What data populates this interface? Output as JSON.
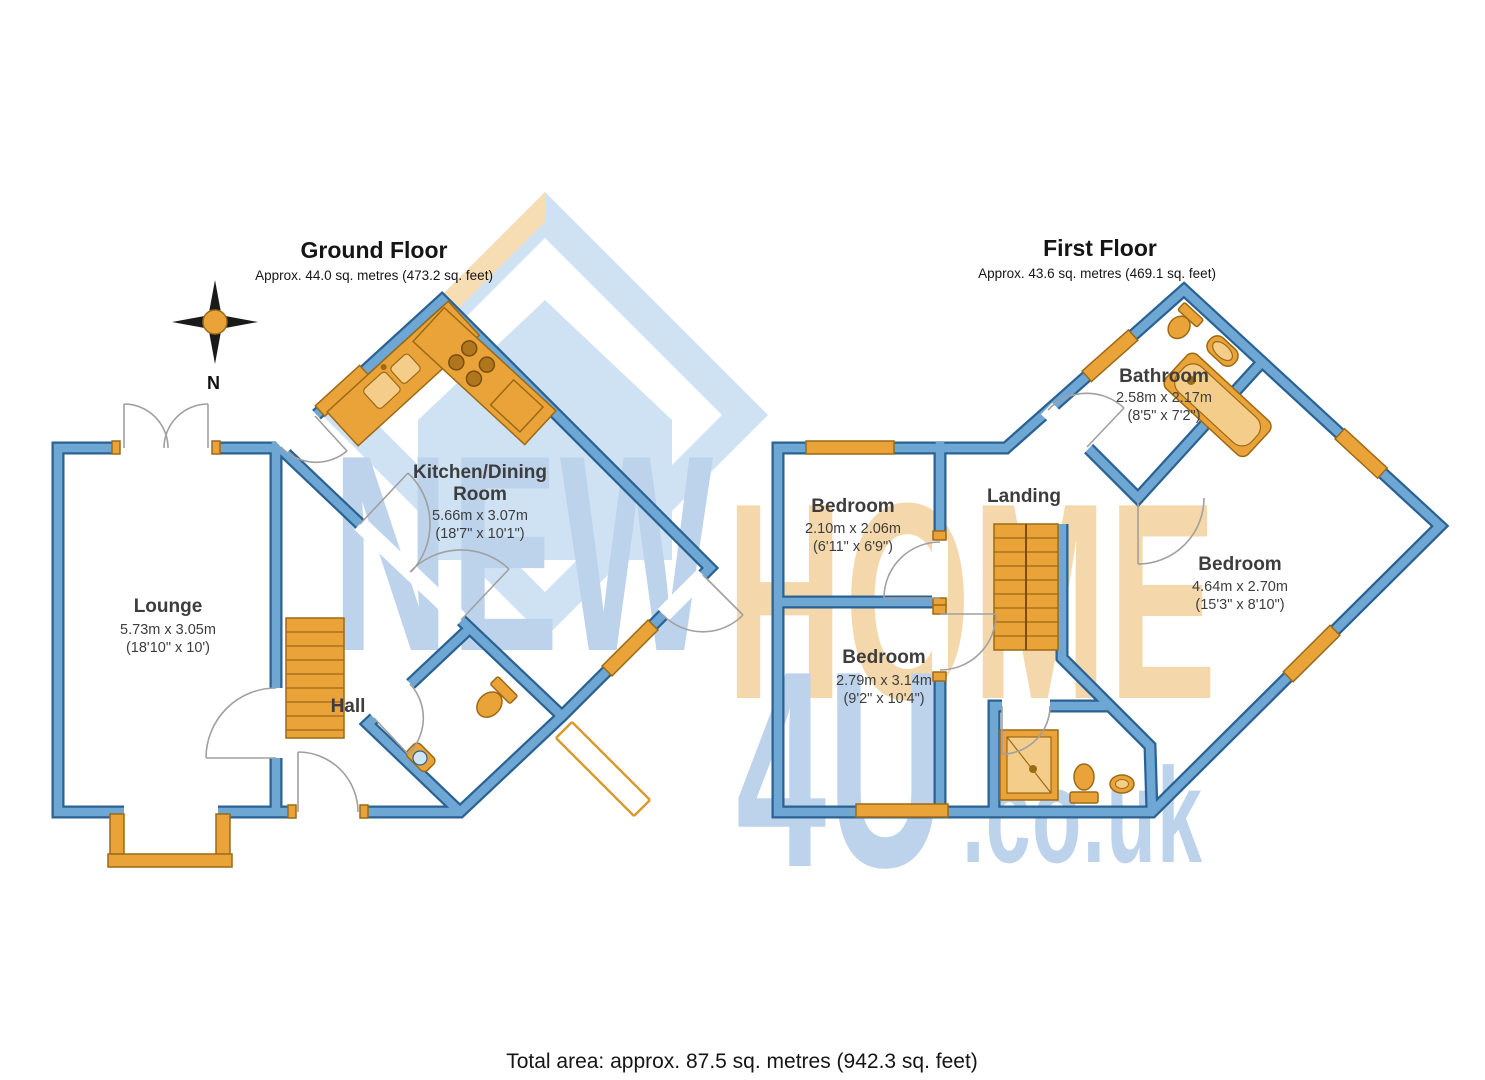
{
  "ground_floor": {
    "title": "Ground Floor",
    "subtitle": "Approx. 44.0 sq. metres (473.2 sq. feet)",
    "compass": "N",
    "kitchen": {
      "name1": "Kitchen/Dining",
      "name2": "Room",
      "metric": "5.66m x 3.07m",
      "imperial": "(18'7\" x 10'1\")"
    },
    "lounge": {
      "name": "Lounge",
      "metric": "5.73m x 3.05m",
      "imperial": "(18'10\" x 10')"
    },
    "hall": {
      "name": "Hall"
    }
  },
  "first_floor": {
    "title": "First Floor",
    "subtitle": "Approx. 43.6 sq. metres (469.1 sq. feet)",
    "bathroom": {
      "name": "Bathroom",
      "metric": "2.58m x 2.17m",
      "imperial": "(8'5\" x 7'2\")"
    },
    "bedroom_small": {
      "name": "Bedroom",
      "metric": "2.10m x 2.06m",
      "imperial": "(6'11\" x 6'9\")"
    },
    "landing": {
      "name": "Landing"
    },
    "bedroom_large": {
      "name": "Bedroom",
      "metric": "4.64m x 2.70m",
      "imperial": "(15'3\" x 8'10\")"
    },
    "bedroom_mid": {
      "name": "Bedroom",
      "metric": "2.79m x 3.14m",
      "imperial": "(9'2\" x 10'4\")"
    }
  },
  "watermark": {
    "word1": "NEW",
    "word2": "HOME",
    "word3": "4U",
    "word4": ".co.uk"
  },
  "footer": {
    "total_area": "Total area: approx. 87.5 sq. metres (942.3 sq. feet)"
  },
  "colors": {
    "wall_blue": "#6fa7d4",
    "wall_outline": "#2a6293",
    "fixture_orange": "#eaa339",
    "watermark_blue": "#bdd3eb",
    "watermark_orange": "#f4d8ab"
  },
  "icons": [
    "compass-rose",
    "stairs-icon",
    "kitchen-sink-icon",
    "hob-icon",
    "oven-icon",
    "toilet-icon",
    "sink-icon",
    "bathtub-icon",
    "shower-icon",
    "bay-window",
    "porch-canopy"
  ]
}
